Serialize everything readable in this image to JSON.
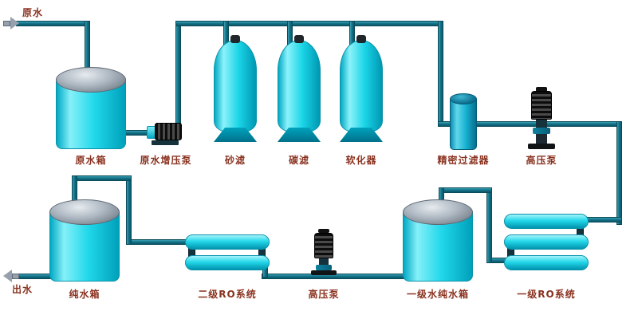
{
  "labels": {
    "inlet": "原水",
    "outlet": "出水",
    "raw_tank": "原水箱",
    "booster_pump": "原水增压泵",
    "sand_filter": "砂滤",
    "carbon_filter": "碳滤",
    "softener": "软化器",
    "precision_filter": "精密过滤器",
    "hp_pump_top": "高压泵",
    "pure_tank": "纯水箱",
    "ro_stage2": "二级RO系统",
    "hp_pump_bottom": "高压泵",
    "stage1_tank": "一级水纯水箱",
    "ro_stage1": "一级RO系统"
  },
  "colors": {
    "equipment_cyan": "#1ad5e7",
    "pipe_teal": "#15758b",
    "label_text": "#8a3220",
    "tank_dome_gray": "#aeb8c2",
    "pump_motor_black": "#1b1b1b"
  }
}
